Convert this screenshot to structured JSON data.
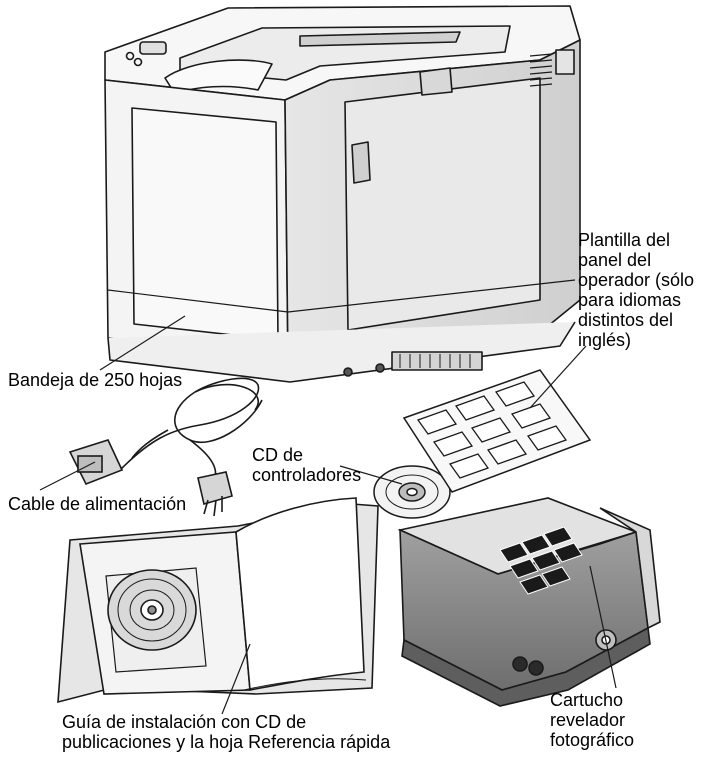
{
  "labels": {
    "tray": "Bandeja de 250 hojas",
    "cable": "Cable de alimentación",
    "drivers_cd": "CD de\ncontroladores",
    "panel_template": "Plantilla del\npanel del\noperador (sólo\npara idiomas\ndistintos del\ninglés)",
    "install_guide": "Guía de instalación con CD de\npublicaciones y la hoja Referencia rápida",
    "cartridge": "Cartucho\nrevelador\nfotográfico"
  },
  "colors": {
    "line": "#1a1a1a",
    "printer_front": "#f2f2f2",
    "printer_side": "#dcdcdc",
    "cartridge_body": "#8a8a8a",
    "cd_hub": "#bdbdbd"
  }
}
